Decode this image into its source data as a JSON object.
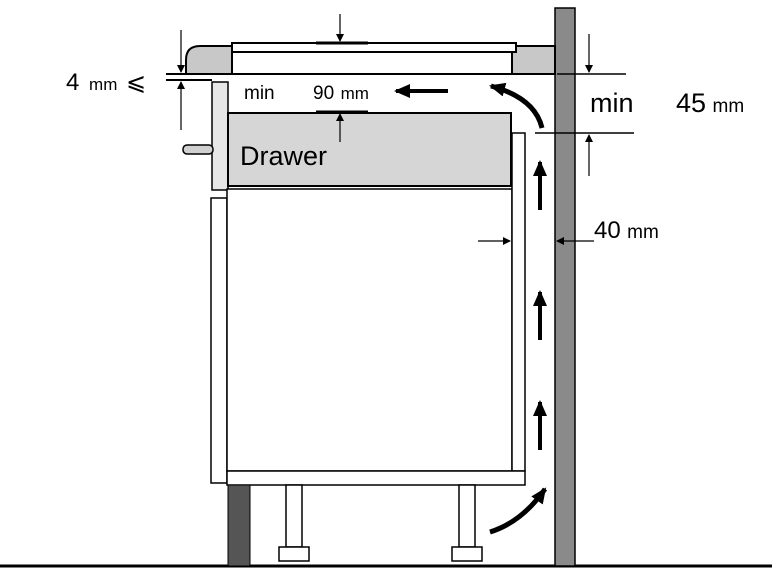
{
  "labels": {
    "drawer": "Drawer",
    "gap_top_value": "4",
    "gap_top_unit": "mm",
    "gap_top_symbol": "⩽",
    "drawer_gap_min": "min",
    "drawer_gap_value": "90",
    "drawer_gap_unit": "mm",
    "wall_gap_min": "min",
    "wall_gap_value": "45",
    "wall_gap_unit": "mm",
    "vent_gap_value": "40",
    "vent_gap_unit": "mm"
  },
  "colors": {
    "outline": "#000000",
    "wall": "#8a8a8a",
    "countertop": "#c8c8c8",
    "drawer_fill": "#d6d6d6",
    "plinth": "#555555"
  },
  "icons": [
    "up-arrow-icon",
    "left-arrow-icon",
    "curved-arrow-icon",
    "dimension-arrow-icon"
  ]
}
